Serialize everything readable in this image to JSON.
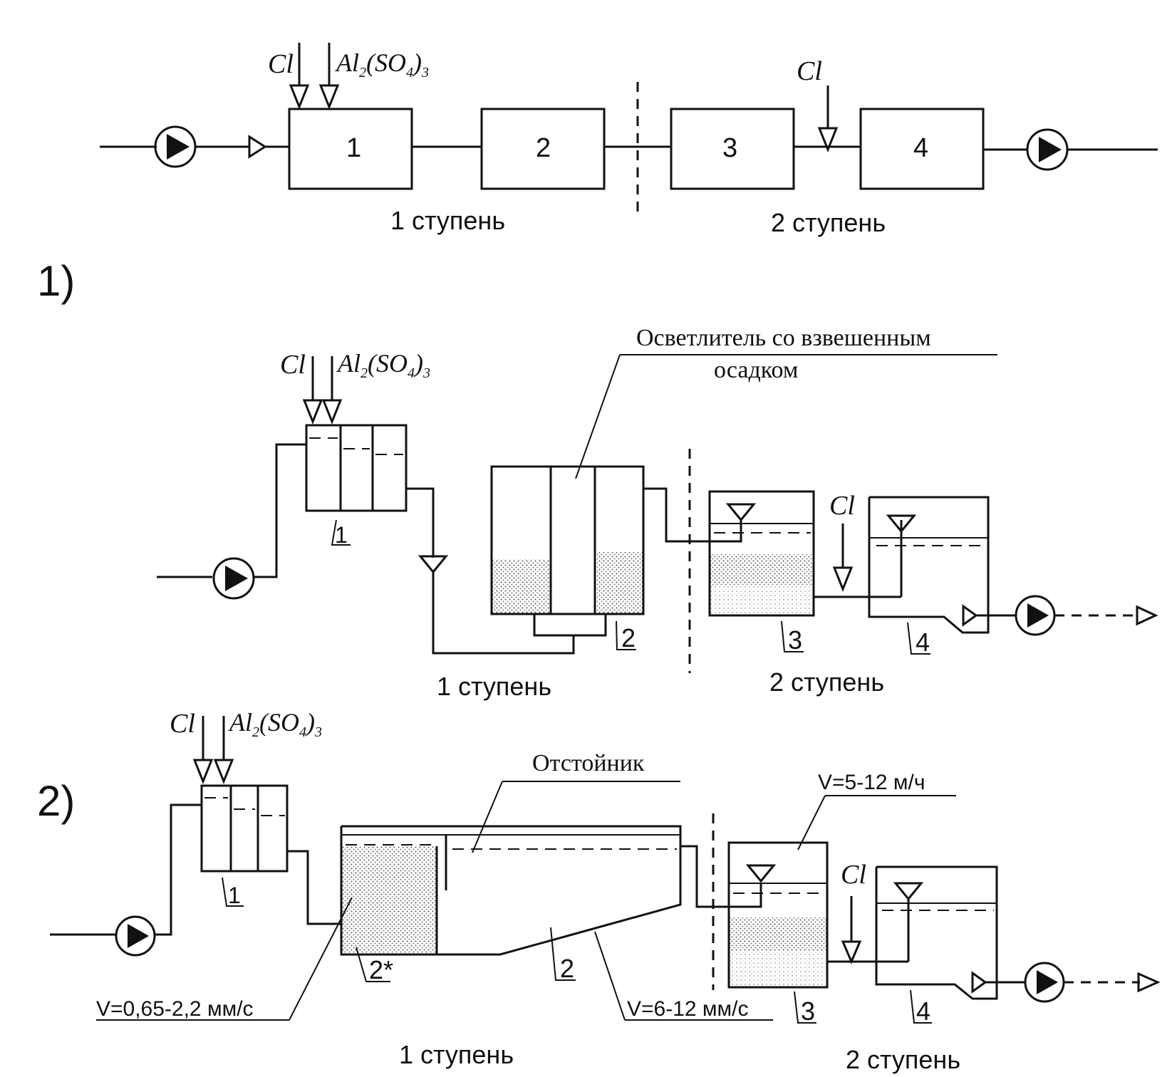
{
  "scheme0": {
    "chem_cl": "Cl",
    "chem_al": "Al",
    "chem_al_sub": "2",
    "chem_so": "(SO",
    "chem_so_sub": "4",
    "chem_close": ")",
    "chem_close_sub": "3",
    "chem_cl2": "Cl",
    "box1": "1",
    "box2": "2",
    "box3": "3",
    "box4": "4",
    "stage1": "1 ступень",
    "stage2": "2 ступень"
  },
  "scheme1": {
    "label": "1)",
    "chem_cl": "Cl",
    "chem_al": "Al",
    "chem_al_sub": "2",
    "chem_so": "(SO",
    "chem_so_sub": "4",
    "chem_close": ")",
    "chem_close_sub": "3",
    "clarifier_line1": "Осветлитель со взвешенным",
    "clarifier_line2": "осадком",
    "chem_cl2": "Cl",
    "n1": "1",
    "n2": "2",
    "n3": "3",
    "n4": "4",
    "stage1": "1 ступень",
    "stage2": "2 ступень"
  },
  "scheme2": {
    "label": "2)",
    "chem_cl": "Cl",
    "chem_al": "Al",
    "chem_al_sub": "2",
    "chem_so": "(SO",
    "chem_so_sub": "4",
    "chem_close": ")",
    "chem_close_sub": "3",
    "settler": "Отстойник",
    "velocity_filter": "V=5-12 м/ч",
    "chem_cl2": "Cl",
    "velocity_up": "V=0,65-2,2 мм/с",
    "velocity_settler": "V=6-12 мм/с",
    "n1": "1",
    "n2star": "2*",
    "n2": "2",
    "n3": "3",
    "n4": "4",
    "stage1": "1 ступень",
    "stage2": "2 ступень"
  }
}
